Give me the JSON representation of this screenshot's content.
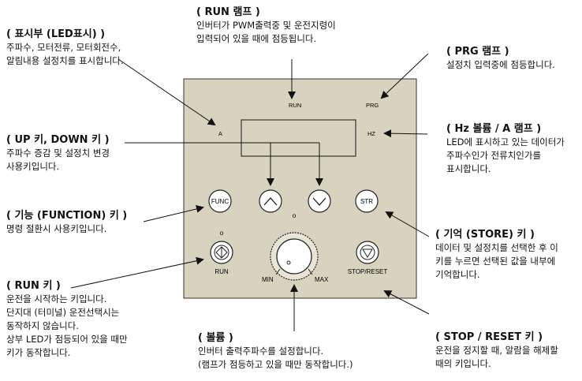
{
  "panel": {
    "lamp_run": "RUN",
    "lamp_prg": "PRG",
    "lamp_a": "A",
    "lamp_hz": "HZ",
    "btn_func": "FUNC",
    "btn_str": "STR",
    "btn_run_label": "RUN",
    "btn_stop_label": "STOP/RESET",
    "vol_min": "MIN",
    "vol_max": "MAX",
    "vol_lamp": "o",
    "run_lamp": "o"
  },
  "callouts": {
    "display": {
      "title": "( 표시부 (LED표시) )",
      "lines": [
        "주파수, 모터전류, 모터회전수,",
        "알림내용 설정치를 표시합니다."
      ]
    },
    "run_lamp": {
      "title": "( RUN 램프 )",
      "lines": [
        "인버터가 PWM출력중 및 운전지령이",
        "입력되어 있을 때에 점등됩니다."
      ]
    },
    "prg_lamp": {
      "title": "( PRG 램프 )",
      "lines": [
        "설정치 입력중에 점등합니다."
      ]
    },
    "up_down": {
      "title": "( UP 키, DOWN 키 )",
      "lines": [
        "주파수 증감 및 설정치 변경",
        "사용키입니다."
      ]
    },
    "hz_lamp": {
      "title": "( Hz 볼륨 / A 램프 )",
      "lines": [
        "LED에 표시하고 있는 데이터가",
        "주파수인가 전류치인가를",
        "표시합니다."
      ]
    },
    "function": {
      "title": "( 기능 (FUNCTION) 키 )",
      "lines": [
        "명령 절환시 사용키입니다."
      ]
    },
    "store": {
      "title": "( 기억 (STORE) 키 )",
      "lines": [
        "데이터 및 설정치를 선택한 후 이",
        "키를 누르면 선택된 값을 내부에",
        "기억합니다."
      ]
    },
    "run_key": {
      "title": "( RUN 키 )",
      "lines": [
        "운전을 시작하는 키입니다.",
        "단지대 (터미널) 운전선택시는",
        "동작하지 않습니다.",
        "상부 LED가 점등되어 있을 때만",
        "키가 동작합니다."
      ]
    },
    "volume": {
      "title": "( 볼륨 )",
      "lines": [
        "인버터 출력주파수를 설정합니다.",
        "(램프가 점등하고 있을 때만 동작합니다.)"
      ]
    },
    "stop_reset": {
      "title": "( STOP / RESET 키 )",
      "lines": [
        "운전을 정지할 때, 알람을 해제할",
        "때의 키입니다."
      ]
    }
  },
  "colors": {
    "panel_fill": "#d8d2be",
    "panel_stroke": "#333333",
    "key_fill": "#ffffff",
    "line": "#111111"
  }
}
